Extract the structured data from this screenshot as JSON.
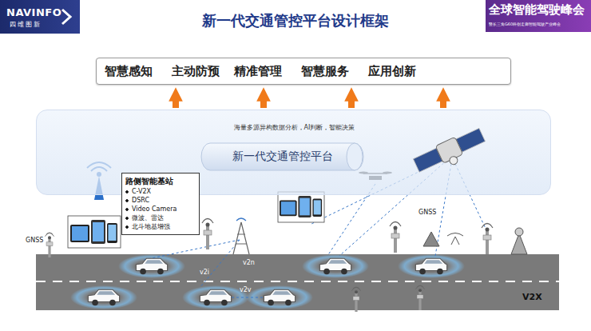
{
  "diagram": {
    "title": "新一代交通管控平台设计框架",
    "nodes": [
      {
        "text": [
          "智慧感知",
          "主动防预",
          "精准管理",
          "智慧服务",
          "应用创新"
        ]
      },
      {
        "text": [
          "海量多源异构数据分析，AI判断，智能决策"
        ]
      },
      {
        "text": [
          "新一代交通管控平台"
        ],
        "in": 1
      },
      {
        "text": [
          "路侧智能基站",
          "C-V2X",
          "DSRC",
          "Video Camera",
          "微波、雷达",
          "北斗地基增强"
        ]
      }
    ],
    "edges": [
      {
        "from": 1,
        "to": 0,
        "arrow": "to"
      },
      {
        "from": 1,
        "to": 0,
        "arrow": "to"
      },
      {
        "from": 1,
        "to": 0,
        "arrow": "to"
      },
      {
        "from": 1,
        "to": 0,
        "arrow": "to"
      }
    ],
    "labels": [
      "NAVINFO",
      "四维图新",
      "全球智能驾驶峰会",
      "暨长三角G60科创走廊智能驾驶产业峰会",
      "GNSS",
      "v2n",
      "v2i",
      "v2v",
      "GNSS",
      "V2X"
    ]
  }
}
